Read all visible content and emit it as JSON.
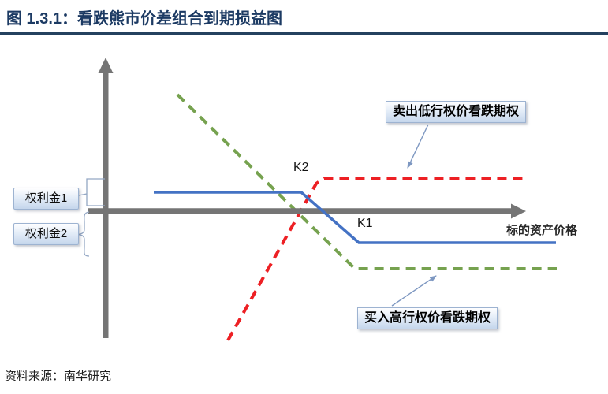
{
  "page": {
    "title": "图 1.3.1：看跌熊市价差组合到期损益图",
    "source": "资料来源：南华研究"
  },
  "annotations": {
    "premium1": "权利金1",
    "premium2": "权利金2",
    "strike_upper_label": "K2",
    "strike_lower_label": "K1",
    "x_axis_label": "标的资产价格",
    "callout_sell_put": "卖出低行权价看跌期权",
    "callout_buy_put": "买入高行权价看跌期权"
  },
  "colors": {
    "title_navy": "#1c3a63",
    "axis_gray": "#757575",
    "bracket_blue_gray": "#93a7c4",
    "arrow_blue_gray": "#7d97c1"
  },
  "chart_data": {
    "type": "line",
    "title": "看跌熊市价差组合到期损益图",
    "xlabel": "标的资产价格",
    "ylabel": "",
    "axes_numeric": false,
    "grid": false,
    "legend_position": "none",
    "strike_labels": [
      "K2",
      "K1"
    ],
    "series": [
      {
        "name": "熊市价差组合到期损益",
        "line_style": "solid",
        "color": "#4472c4",
        "shape": "价格低于K2时持平于正的最大盈利；K2至K1之间下行；价格高于K1后持平于负的最大亏损",
        "pixels": "195,244 382,244 455,308 705,308"
      },
      {
        "name": "卖出低行权价看跌期权",
        "line_style": "dashed",
        "color": "#ed2024",
        "shape": "价格上行时损益上升，越过行权价K2后持平于 +权利金1",
        "pixels": "289,432 401,233 411,226 663,226"
      },
      {
        "name": "买入高行权价看跌期权",
        "line_style": "dashed",
        "color": "#76a24f",
        "shape": "价格上行时损益下降，越过行权价K1后持平于 -权利金2",
        "pixels": "225,120 450,341 706,341"
      }
    ]
  }
}
